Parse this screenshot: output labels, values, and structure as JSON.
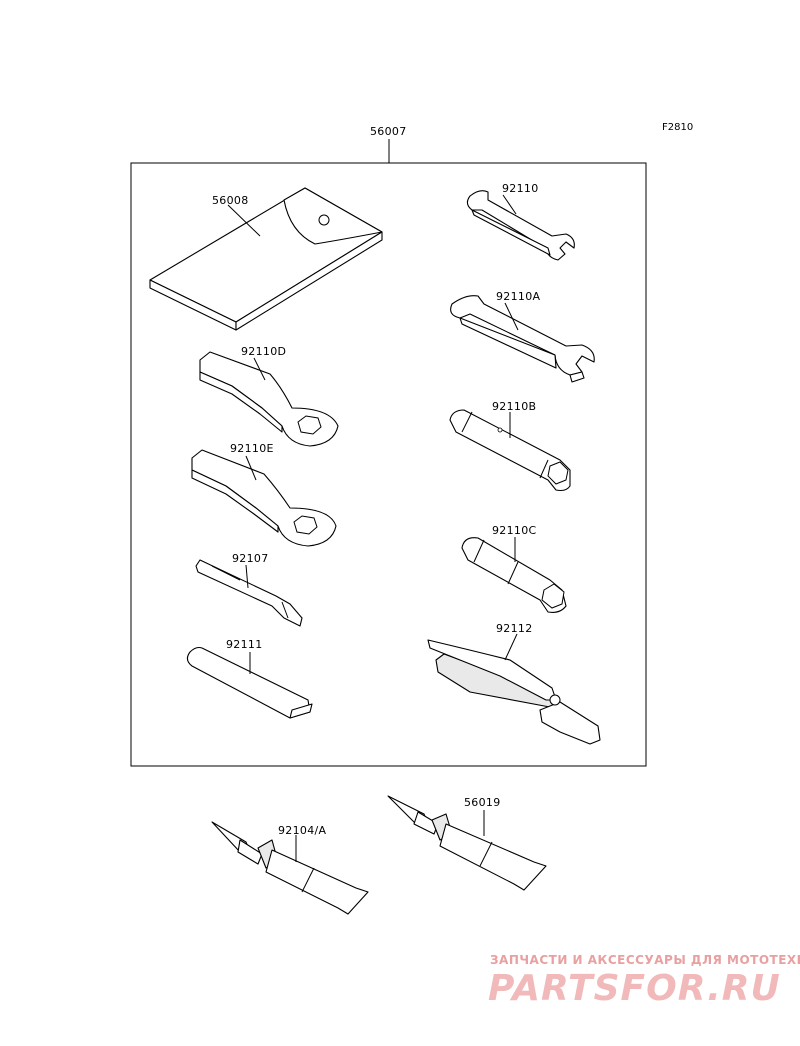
{
  "figure_code": "F2810",
  "kit_label": "56007",
  "parts": {
    "p56008": "56008",
    "p92110": "92110",
    "p92110A": "92110A",
    "p92110D": "92110D",
    "p92110B": "92110B",
    "p92110E": "92110E",
    "p92110C": "92110C",
    "p92107": "92107",
    "p92112": "92112",
    "p92111": "92111",
    "p92104A": "92104/A",
    "p56019": "56019"
  },
  "watermark": {
    "tagline": "ЗАПЧАСТИ И АКСЕССУАРЫ ДЛЯ МОТОТЕХНИКИ",
    "brand": "PARTSFOR.RU"
  }
}
